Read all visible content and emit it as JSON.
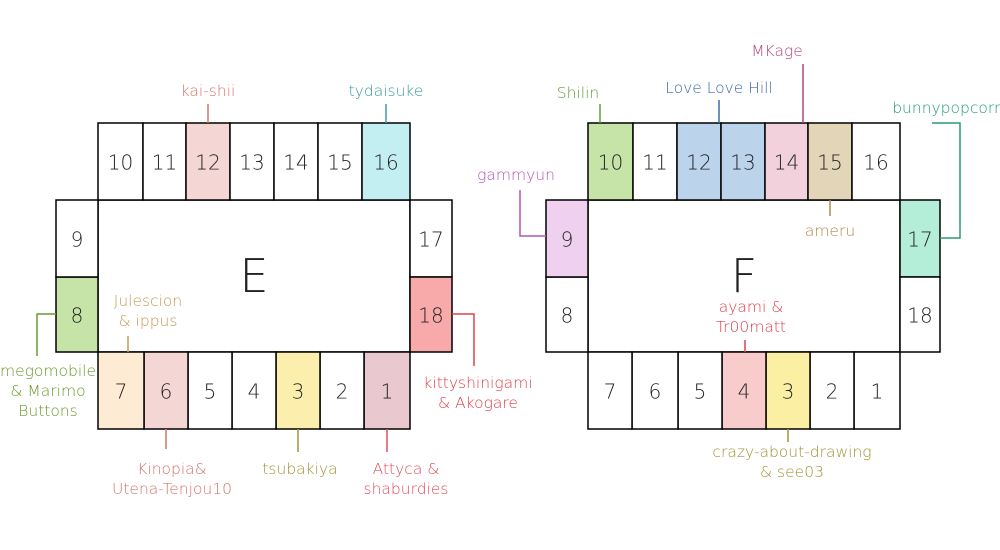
{
  "blocks": {
    "E": {
      "letter": "E",
      "tables": [
        {
          "n": "1",
          "color": "#e9c8cf"
        },
        {
          "n": "2",
          "color": null
        },
        {
          "n": "3",
          "color": "#fcefae"
        },
        {
          "n": "4",
          "color": null
        },
        {
          "n": "5",
          "color": null
        },
        {
          "n": "6",
          "color": "#f4d6d4"
        },
        {
          "n": "7",
          "color": "#fdebd3"
        },
        {
          "n": "8",
          "color": "#c6e3a8"
        },
        {
          "n": "9",
          "color": null
        },
        {
          "n": "10",
          "color": null
        },
        {
          "n": "11",
          "color": null
        },
        {
          "n": "12",
          "color": "#f4d6d4"
        },
        {
          "n": "13",
          "color": null
        },
        {
          "n": "14",
          "color": null
        },
        {
          "n": "15",
          "color": null
        },
        {
          "n": "16",
          "color": "#c4eff2"
        },
        {
          "n": "17",
          "color": null
        },
        {
          "n": "18",
          "color": "#f8a9a9"
        }
      ],
      "labels": {
        "t12": {
          "lines": [
            "kai-shii"
          ],
          "color": "#d2766b"
        },
        "t16": {
          "lines": [
            "tydaisuke"
          ],
          "color": "#3a9aab"
        },
        "t8": {
          "lines": [
            "megomobile",
            "& Marimo",
            "Buttons"
          ],
          "color": "#6a9a2b"
        },
        "t7": {
          "lines": [
            "Julescion",
            "& ippus"
          ],
          "color": "#c79a52"
        },
        "t6": {
          "lines": [
            "Kinopia&",
            "Utena-Tenjou10"
          ],
          "color": "#d2766b"
        },
        "t3": {
          "lines": [
            "tsubakiya"
          ],
          "color": "#a19436"
        },
        "t1": {
          "lines": [
            "Attyca &",
            "shaburdies"
          ],
          "color": "#e04f63"
        },
        "t18": {
          "lines": [
            "kittyshinigami",
            "& Akogare"
          ],
          "color": "#e0404c"
        }
      }
    },
    "F": {
      "letter": "F",
      "tables": [
        {
          "n": "1",
          "color": null
        },
        {
          "n": "2",
          "color": null
        },
        {
          "n": "3",
          "color": "#fbefa4"
        },
        {
          "n": "4",
          "color": "#f9cccc"
        },
        {
          "n": "5",
          "color": null
        },
        {
          "n": "6",
          "color": null
        },
        {
          "n": "7",
          "color": null
        },
        {
          "n": "8",
          "color": null
        },
        {
          "n": "9",
          "color": "#efd0ee"
        },
        {
          "n": "10",
          "color": "#c6e3a8"
        },
        {
          "n": "11",
          "color": null
        },
        {
          "n": "12",
          "color": "#bcd3ec"
        },
        {
          "n": "13",
          "color": "#bcd3ec"
        },
        {
          "n": "14",
          "color": "#f2d1dd"
        },
        {
          "n": "15",
          "color": "#e2d5b8"
        },
        {
          "n": "16",
          "color": null
        },
        {
          "n": "17",
          "color": "#b5eed8"
        },
        {
          "n": "18",
          "color": null
        }
      ],
      "labels": {
        "t9": {
          "lines": [
            "gammyun"
          ],
          "color": "#b455b6"
        },
        "t10": {
          "lines": [
            "Shilin"
          ],
          "color": "#5f9c3a"
        },
        "t12_13": {
          "lines": [
            "Love Love Hill"
          ],
          "color": "#3d6aa8"
        },
        "t14": {
          "lines": [
            "MKage"
          ],
          "color": "#b0457a"
        },
        "t15": {
          "lines": [
            "ameru"
          ],
          "color": "#b08a4a"
        },
        "t17": {
          "lines": [
            "bunnypopcorn"
          ],
          "color": "#279b7a"
        },
        "t4": {
          "lines": [
            "ayami &",
            "Tr00matt"
          ],
          "color": "#e0404c"
        },
        "t3": {
          "lines": [
            "crazy-about-drawing",
            "& see03"
          ],
          "color": "#a19436"
        }
      }
    }
  }
}
